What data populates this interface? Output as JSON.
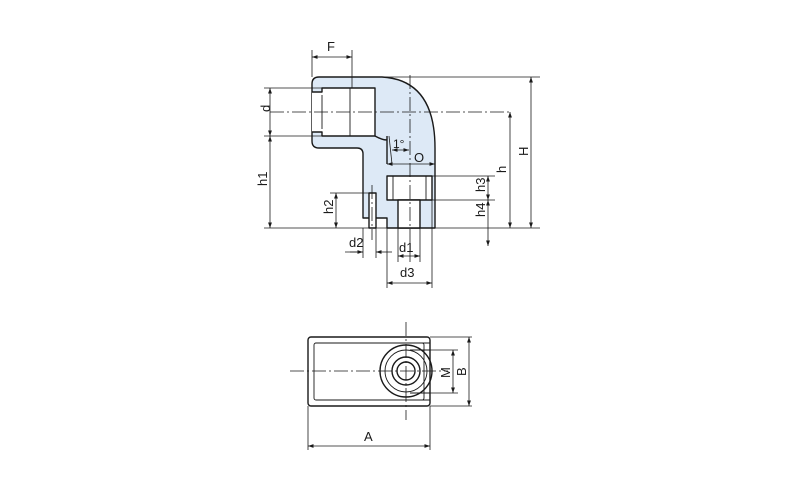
{
  "labels": {
    "F": "F",
    "d": "d",
    "h1": "h1",
    "h2": "h2",
    "d2": "d2",
    "d1": "d1",
    "d3": "d3",
    "angle": "1°",
    "O": "O",
    "h3": "h3",
    "h4": "h4",
    "h": "h",
    "H": "H",
    "A": "A",
    "B": "B",
    "M": "M"
  },
  "colors": {
    "body_fill": "#dde9f6",
    "line": "#1a1a1a"
  }
}
